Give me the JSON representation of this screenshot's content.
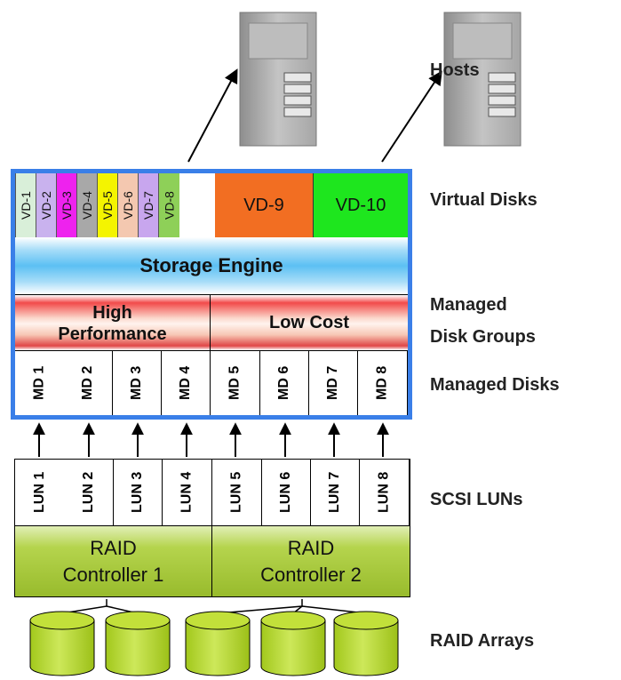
{
  "hosts_label": "Hosts",
  "layer_labels": {
    "virtual_disks": "Virtual Disks",
    "managed_disk_groups_line1": "Managed",
    "managed_disk_groups_line2": "Disk Groups",
    "managed_disks": "Managed Disks",
    "scsi_luns": "SCSI LUNs",
    "raid_arrays": "RAID Arrays"
  },
  "virtual_disks": [
    {
      "label": "VD-1",
      "color": "#d9efd9"
    },
    {
      "label": "VD-2",
      "color": "#c9b2ee"
    },
    {
      "label": "VD-3",
      "color": "#ee22ee"
    },
    {
      "label": "VD-4",
      "color": "#a8a8a8"
    },
    {
      "label": "VD-5",
      "color": "#f4f400"
    },
    {
      "label": "VD-6",
      "color": "#f4c8b0"
    },
    {
      "label": "VD-7",
      "color": "#c8a6ee"
    },
    {
      "label": "VD-8",
      "color": "#8ed058"
    },
    {
      "label": "VD-9",
      "color": "#f26e22"
    },
    {
      "label": "VD-10",
      "color": "#1ee61e"
    }
  ],
  "storage_engine": "Storage Engine",
  "disk_groups": [
    {
      "line1": "High",
      "line2": "Performance"
    },
    {
      "line1": "Low Cost",
      "line2": ""
    }
  ],
  "managed_disks": [
    "MD 1",
    "MD 2",
    "MD 3",
    "MD 4",
    "MD 5",
    "MD 6",
    "MD 7",
    "MD 8"
  ],
  "luns": [
    "LUN 1",
    "LUN 2",
    "LUN 3",
    "LUN 4",
    "LUN 5",
    "LUN 6",
    "LUN 7",
    "LUN 8"
  ],
  "raid_controllers": [
    {
      "line1": "RAID",
      "line2": "Controller 1"
    },
    {
      "line1": "RAID",
      "line2": "Controller 2"
    }
  ],
  "colors": {
    "frame_blue": "#3a7fe8",
    "raid_green": "#a6c83c",
    "cylinder_green": "#b8dc2c"
  }
}
